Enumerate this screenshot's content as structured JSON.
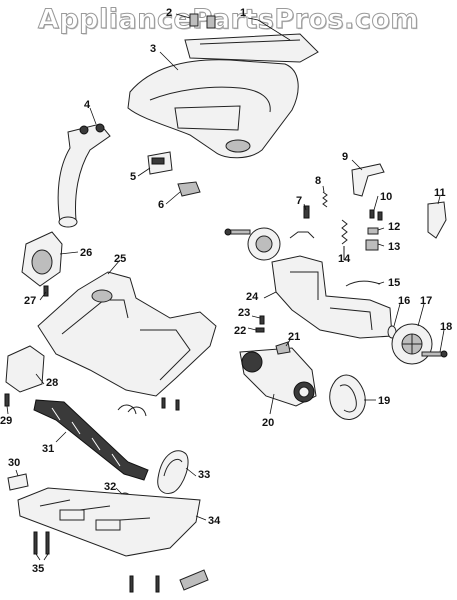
{
  "watermark": "AppliancePartsPros.com",
  "callouts": [
    {
      "id": "1",
      "label": "1"
    },
    {
      "id": "2",
      "label": "2"
    },
    {
      "id": "3",
      "label": "3"
    },
    {
      "id": "4",
      "label": "4"
    },
    {
      "id": "5",
      "label": "5"
    },
    {
      "id": "6",
      "label": "6"
    },
    {
      "id": "7",
      "label": "7"
    },
    {
      "id": "8",
      "label": "8"
    },
    {
      "id": "9",
      "label": "9"
    },
    {
      "id": "10",
      "label": "10"
    },
    {
      "id": "11",
      "label": "11"
    },
    {
      "id": "12",
      "label": "12"
    },
    {
      "id": "13",
      "label": "13"
    },
    {
      "id": "14",
      "label": "14"
    },
    {
      "id": "15",
      "label": "15"
    },
    {
      "id": "16",
      "label": "16"
    },
    {
      "id": "17",
      "label": "17"
    },
    {
      "id": "18",
      "label": "18"
    },
    {
      "id": "19",
      "label": "19"
    },
    {
      "id": "20",
      "label": "20"
    },
    {
      "id": "21",
      "label": "21"
    },
    {
      "id": "22",
      "label": "22"
    },
    {
      "id": "23",
      "label": "23"
    },
    {
      "id": "24",
      "label": "24"
    },
    {
      "id": "25",
      "label": "25"
    },
    {
      "id": "26",
      "label": "26"
    },
    {
      "id": "27",
      "label": "27"
    },
    {
      "id": "28",
      "label": "28"
    },
    {
      "id": "29",
      "label": "29"
    },
    {
      "id": "30",
      "label": "30"
    },
    {
      "id": "31",
      "label": "31"
    },
    {
      "id": "32",
      "label": "32"
    },
    {
      "id": "33",
      "label": "33"
    },
    {
      "id": "34",
      "label": "34"
    },
    {
      "id": "35",
      "label": "35"
    }
  ]
}
